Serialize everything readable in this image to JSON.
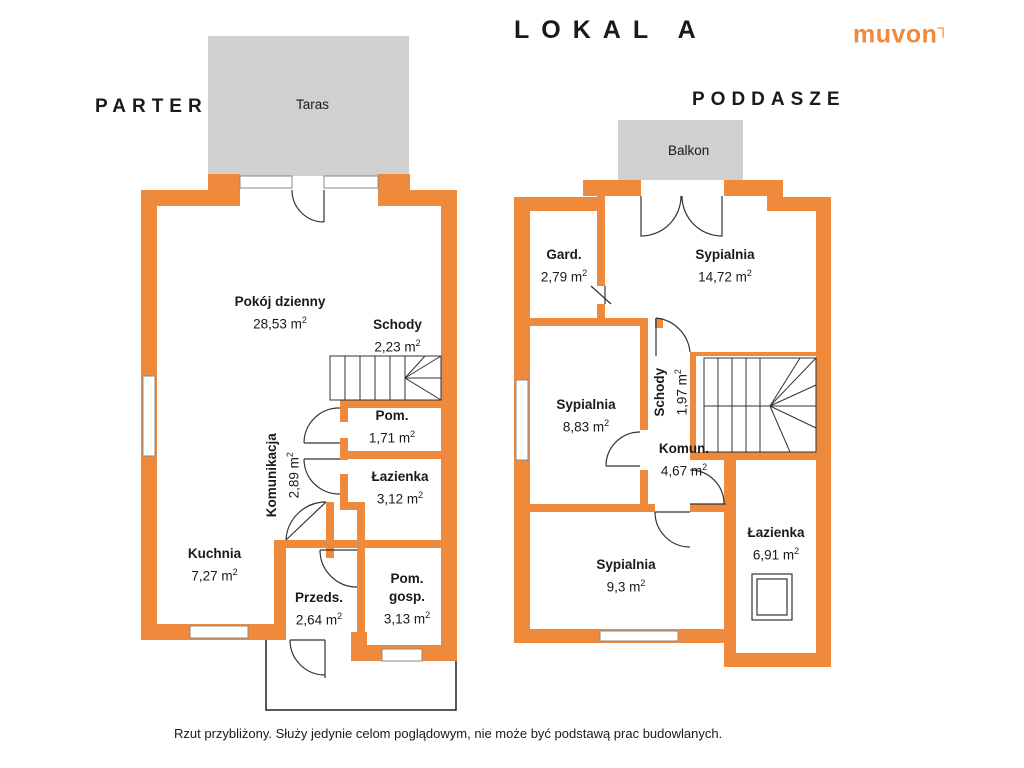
{
  "header": {
    "unit_title": "LOKAL A",
    "ground_floor_label": "PARTER",
    "attic_floor_label": "PODDASZE",
    "brand": "muvon"
  },
  "colors": {
    "wall": "#ef8a3c",
    "terrace": "#d0d0d0",
    "window": "#bdbdbd",
    "text": "#1a1a1a"
  },
  "outdoor": {
    "terrace": "Taras",
    "balcony": "Balkon"
  },
  "ground_floor": {
    "rooms": [
      {
        "name": "Pokój dzienny",
        "area": "28,53 m",
        "sup": "2"
      },
      {
        "name": "Schody",
        "area": "2,23 m",
        "sup": "2"
      },
      {
        "name": "Pom.",
        "area": "1,71 m",
        "sup": "2"
      },
      {
        "name": "Komunikacja",
        "area": "2,89 m",
        "sup": "2"
      },
      {
        "name": "Łazienka",
        "area": "3,12 m",
        "sup": "2"
      },
      {
        "name": "Kuchnia",
        "area": "7,27 m",
        "sup": "2"
      },
      {
        "name": "Przeds.",
        "area": "2,64 m",
        "sup": "2"
      },
      {
        "name": "Pom.",
        "name2": "gosp.",
        "area": "3,13 m",
        "sup": "2"
      }
    ]
  },
  "attic_floor": {
    "rooms": [
      {
        "name": "Gard.",
        "area": "2,79 m",
        "sup": "2"
      },
      {
        "name": "Sypialnia",
        "area": "14,72 m",
        "sup": "2"
      },
      {
        "name": "Sypialnia",
        "area": "8,83 m",
        "sup": "2"
      },
      {
        "name": "Schody",
        "area": "1,97 m",
        "sup": "2"
      },
      {
        "name": "Komun.",
        "area": "4,67 m",
        "sup": "2"
      },
      {
        "name": "Łazienka",
        "area": "6,91 m",
        "sup": "2"
      },
      {
        "name": "Sypialnia",
        "area": "9,3 m",
        "sup": "2"
      }
    ]
  },
  "footer": {
    "disclaimer": "Rzut przybliżony. Służy jedynie celom poglądowym, nie może być podstawą prac budowlanych."
  }
}
